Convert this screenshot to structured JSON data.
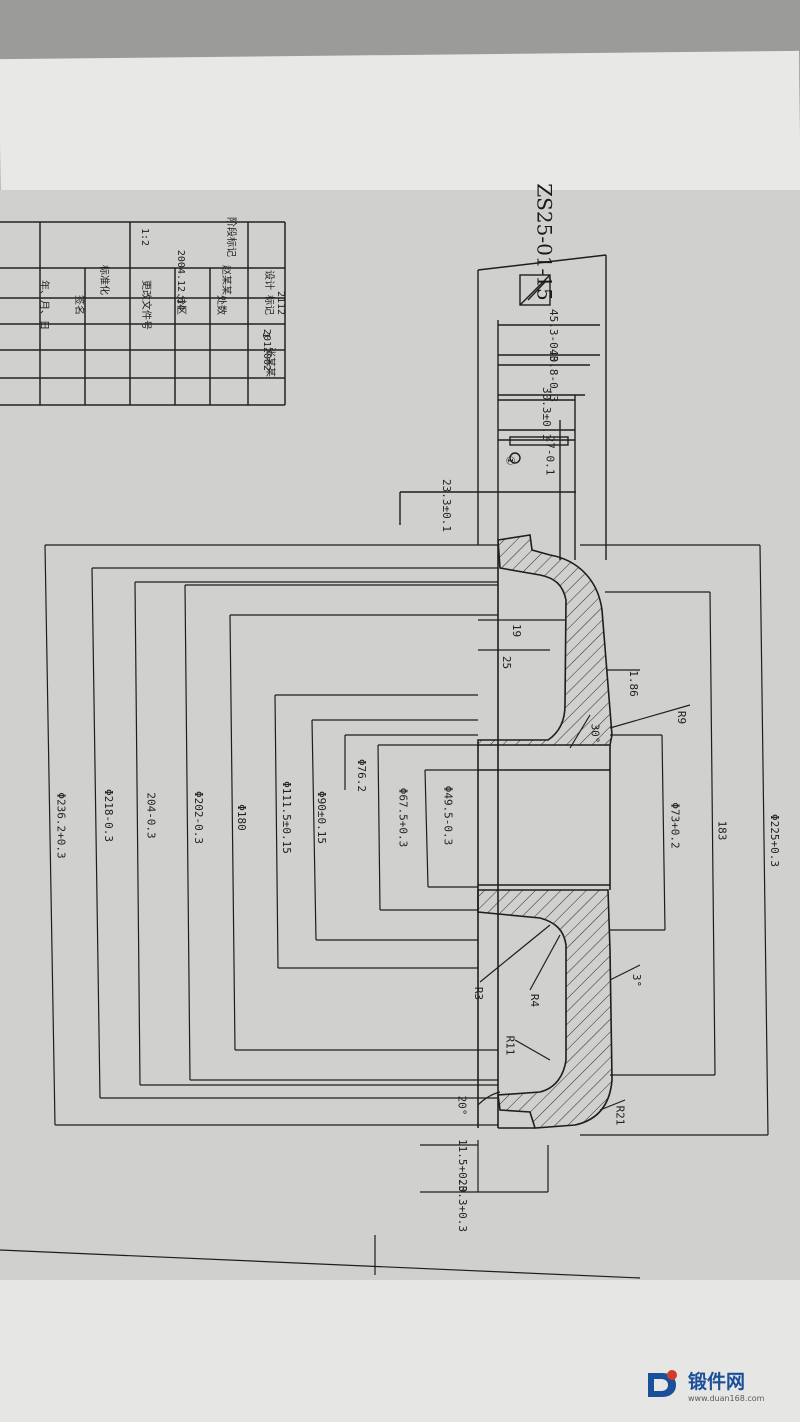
{
  "handwritten_note": "ZS25-01-15",
  "title_block": {
    "row1": [
      "1",
      "2012002",
      "张某某",
      "2112"
    ],
    "row2": [
      "标记",
      "处数",
      "分区",
      "更改文件号",
      "签名",
      "年、月、日"
    ],
    "row3": [
      "设计",
      "赵某某",
      "2004.12.14",
      "标准化"
    ],
    "row4": [
      "1:2",
      "阶段标记"
    ]
  },
  "dimensions": {
    "d1": "45.3-0.3",
    "d2": "40.8-0.3",
    "d3": "30.3±0.1",
    "d4": "27-0.1",
    "d5": "23.3±0.1",
    "d6": "19",
    "d7": "25",
    "d8": "1.86",
    "d9": "R9",
    "d10": "30°",
    "d11": "Φ236.2+0.3",
    "d12": "Φ218-0.3",
    "d13": "204-0.3",
    "d14": "Φ202-0.3",
    "d15": "Φ180",
    "d16": "Φ111.5±0.15",
    "d17": "Φ90±0.15",
    "d18": "Φ76.2",
    "d19": "Φ67.5+0.3",
    "d20": "Φ49.5-0.3",
    "d21": "Φ73+0.2",
    "d22": "183",
    "d23": "Φ225+0.3",
    "d24": "R3",
    "d25": "R4",
    "d26": "3°",
    "d27": "R11",
    "d28": "R21",
    "d29": "20°",
    "d30": "11.5+0.3",
    "d31": "20.3+0.3",
    "circle_label": "①"
  },
  "watermark": {
    "title": "锻件网",
    "url": "www.duan168.com"
  },
  "colors": {
    "paper": "#d0d0ce",
    "line": "#1e1e1e",
    "logo_blue": "#1a4f9a",
    "logo_red": "#d23a2a"
  }
}
